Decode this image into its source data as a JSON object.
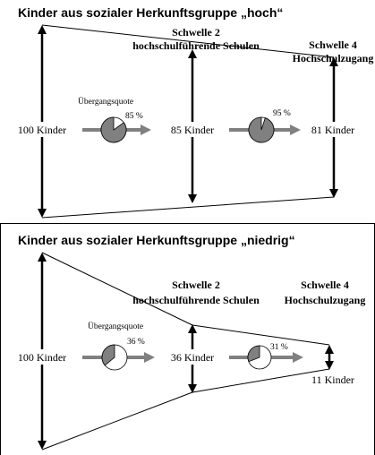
{
  "panels": [
    {
      "title": "Kinder aus sozialer Herkunftsgruppe „hoch“",
      "threshold2_title": "Schwelle 2",
      "threshold2_sub": "hochschulführende Schulen",
      "threshold4_title": "Schwelle 4",
      "threshold4_sub": "Hochschulzugang",
      "stage0": "100 Kinder",
      "stage1": "85 Kinder",
      "stage2": "81 Kinder",
      "rate_label": "Übergangsquote",
      "rate1_label": "85 %",
      "rate2_label": "95 %",
      "rate1_value": 0.85,
      "rate2_value": 0.95
    },
    {
      "title": "Kinder aus sozialer Herkunftsgruppe „niedrig“",
      "threshold2_title": "Schwelle 2",
      "threshold2_sub": "hochschulführende Schulen",
      "threshold4_title": "Schwelle 4",
      "threshold4_sub": "Hochschulzugang",
      "stage0": "100 Kinder",
      "stage1": "36 Kinder",
      "stage2": "11 Kinder",
      "rate_label": "Übergangsquote",
      "rate1_label": "36 %",
      "rate2_label": "31 %",
      "rate1_value": 0.36,
      "rate2_value": 0.31
    }
  ],
  "colors": {
    "pie_fill": "#808080",
    "pie_rest": "#ffffff",
    "arrow_gray": "#808080",
    "line": "#000000"
  }
}
